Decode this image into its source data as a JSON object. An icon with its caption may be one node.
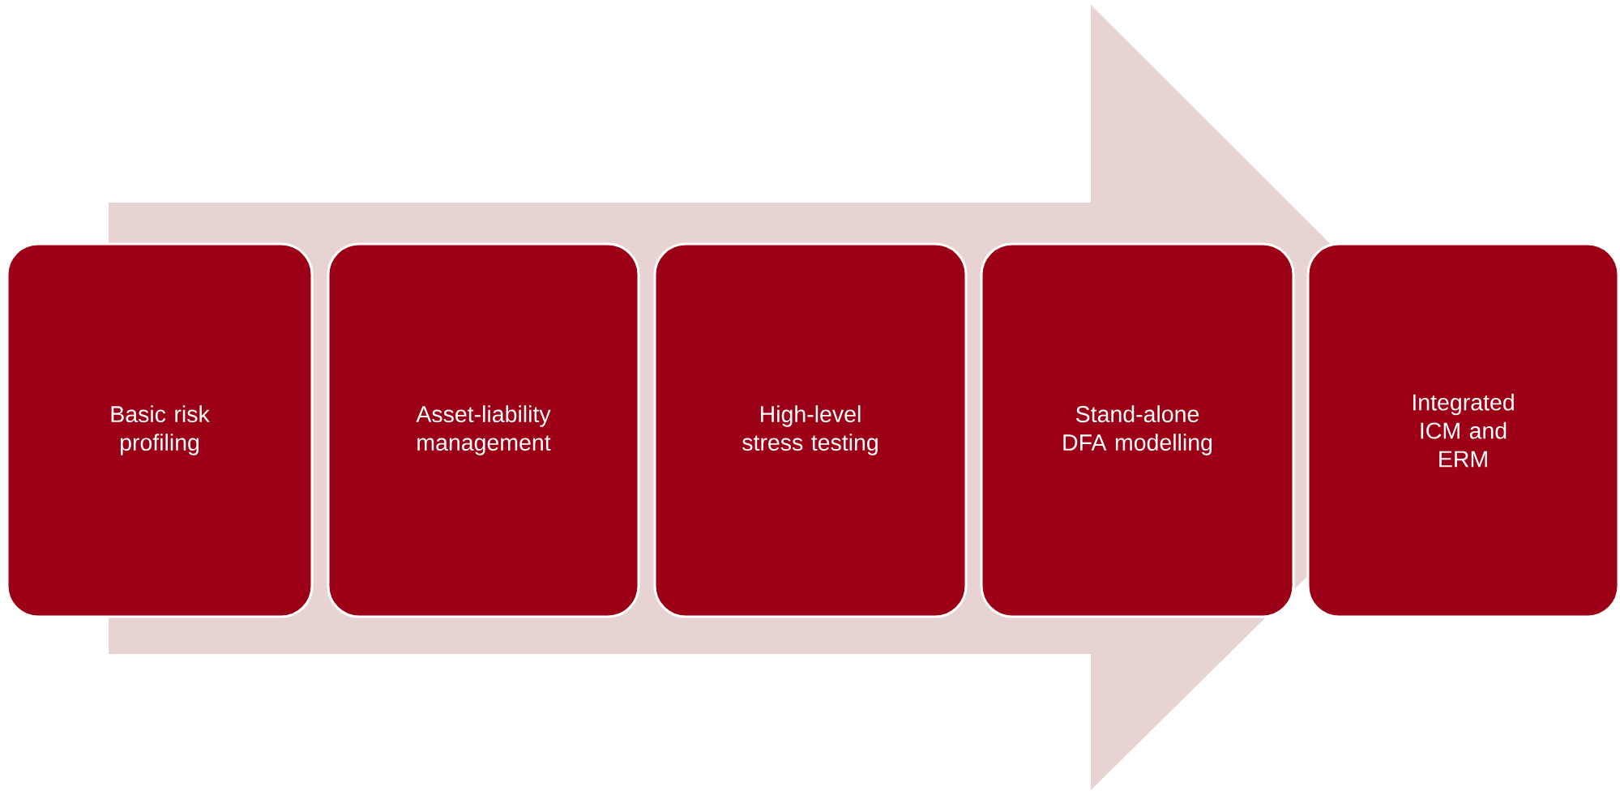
{
  "diagram": {
    "nodes": [
      {
        "text": [
          "Basic risk profiling"
        ]
      },
      {
        "text": [
          "Asset-liability management"
        ]
      },
      {
        "text": [
          "High-level stress testing"
        ]
      },
      {
        "text": [
          "Stand-alone DFA modelling"
        ]
      },
      {
        "text": [
          "Integrated ICM and ERM"
        ]
      }
    ],
    "edges": [
      {
        "from": 0,
        "to": 4,
        "arrow": "to",
        "style": "thick"
      }
    ]
  }
}
